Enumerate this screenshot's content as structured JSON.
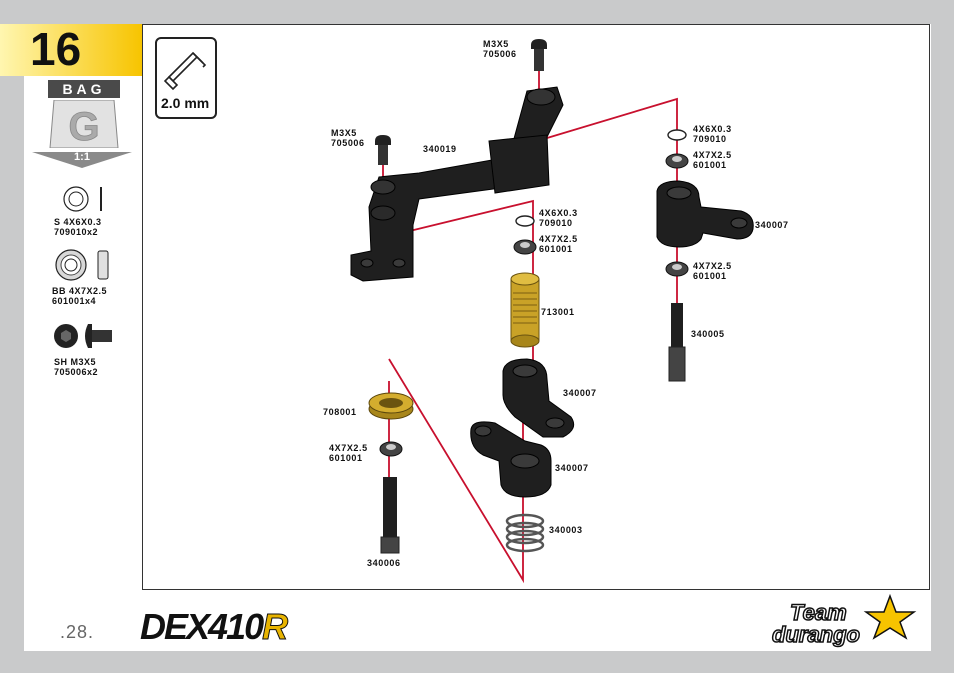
{
  "step": {
    "number": "16"
  },
  "bag": {
    "label": "BAG",
    "letter": "G",
    "scale": "1:1"
  },
  "sidebar_parts": [
    {
      "name": "S 4X6X0.3",
      "code": "709010x2"
    },
    {
      "name": "BB 4X7X2.5",
      "code": "601001x4"
    },
    {
      "name": "SH M3X5",
      "code": "705006x2"
    }
  ],
  "tool": {
    "label": "2.0 mm",
    "icon": "hex-key-icon"
  },
  "callouts": {
    "screw_top": {
      "l1": "M3X5",
      "l2": "705006"
    },
    "screw_left": {
      "l1": "M3X5",
      "l2": "705006"
    },
    "part_340019": "340019",
    "shim_center": {
      "l1": "4X6X0.3",
      "l2": "709010"
    },
    "bearing_center_top": {
      "l1": "4X7X2.5",
      "l2": "601001"
    },
    "part_713001": "713001",
    "part_340007_a": "340007",
    "part_340007_b": "340007",
    "part_340003": "340003",
    "shim_right": {
      "l1": "4X6X0.3",
      "l2": "709010"
    },
    "bearing_right_top": {
      "l1": "4X7X2.5",
      "l2": "601001"
    },
    "part_340007_right": "340007",
    "bearing_right_bottom": {
      "l1": "4X7X2.5",
      "l2": "601001"
    },
    "part_340005": "340005",
    "part_708001": "708001",
    "bearing_left": {
      "l1": "4X7X2.5",
      "l2": "601001"
    },
    "part_340006": "340006"
  },
  "footer": {
    "page": ".28.",
    "brand": "DEX410",
    "brand_suffix": "R",
    "logo_line1": "Team",
    "logo_line2": "durango"
  },
  "colors": {
    "accent_yellow": "#f7c400",
    "leader_red": "#c8102e",
    "part_black": "#1a1a1a",
    "brass": "#c9a227"
  }
}
